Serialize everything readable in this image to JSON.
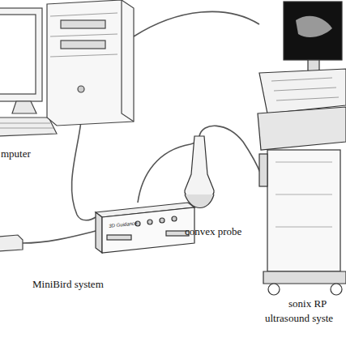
{
  "diagram": {
    "labels": [
      "mputer",
      "convex probe",
      "MiniBird system",
      "sonix RP",
      "ultrasound syste",
      "3D Guidance"
    ]
  }
}
